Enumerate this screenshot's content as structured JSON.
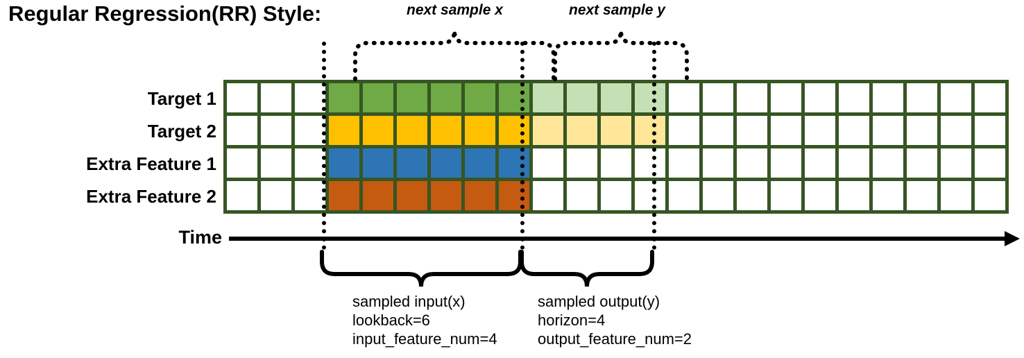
{
  "title": "Regular Regression(RR) Style:",
  "rows": [
    {
      "label": "Target 1",
      "key": "target1"
    },
    {
      "label": "Target 2",
      "key": "target2"
    },
    {
      "label": "Extra Feature 1",
      "key": "extra1"
    },
    {
      "label": "Extra Feature 2",
      "key": "extra2"
    }
  ],
  "grid": {
    "columns": 23,
    "lead_blank_columns": 3,
    "input_columns": 6,
    "output_columns": 4,
    "trailing_blank_columns": 10,
    "cell_fill": {
      "target1": [
        "white",
        "white",
        "white",
        "green",
        "green",
        "green",
        "green",
        "green",
        "green",
        "green-lt",
        "green-lt",
        "green-lt",
        "green-lt",
        "white",
        "white",
        "white",
        "white",
        "white",
        "white",
        "white",
        "white",
        "white",
        "white"
      ],
      "target2": [
        "white",
        "white",
        "white",
        "yellow",
        "yellow",
        "yellow",
        "yellow",
        "yellow",
        "yellow",
        "yellow-lt",
        "yellow-lt",
        "yellow-lt",
        "yellow-lt",
        "white",
        "white",
        "white",
        "white",
        "white",
        "white",
        "white",
        "white",
        "white",
        "white"
      ],
      "extra1": [
        "white",
        "white",
        "white",
        "blue",
        "blue",
        "blue",
        "blue",
        "blue",
        "blue",
        "white",
        "white",
        "white",
        "white",
        "white",
        "white",
        "white",
        "white",
        "white",
        "white",
        "white",
        "white",
        "white",
        "white"
      ],
      "extra2": [
        "white",
        "white",
        "white",
        "orange",
        "orange",
        "orange",
        "orange",
        "orange",
        "orange",
        "white",
        "white",
        "white",
        "white",
        "white",
        "white",
        "white",
        "white",
        "white",
        "white",
        "white",
        "white",
        "white",
        "white"
      ]
    }
  },
  "axis": {
    "label": "Time"
  },
  "top_annotations": [
    {
      "label": "next sample x"
    },
    {
      "label": "next sample y"
    }
  ],
  "bottom_annotations": [
    {
      "lines": [
        "sampled input(x)",
        "lookback=6",
        "input_feature_num=4"
      ]
    },
    {
      "lines": [
        "sampled output(y)",
        "horizon=4",
        "output_feature_num=2"
      ]
    }
  ],
  "colors": {
    "grid_border": "#375623",
    "green": "#6FAA46",
    "green_light": "#C5E0B4",
    "yellow": "#FFC000",
    "yellow_light": "#FFE699",
    "blue": "#2E75B6",
    "orange": "#C55A11",
    "ink": "#000000",
    "background": "#FFFFFF"
  }
}
